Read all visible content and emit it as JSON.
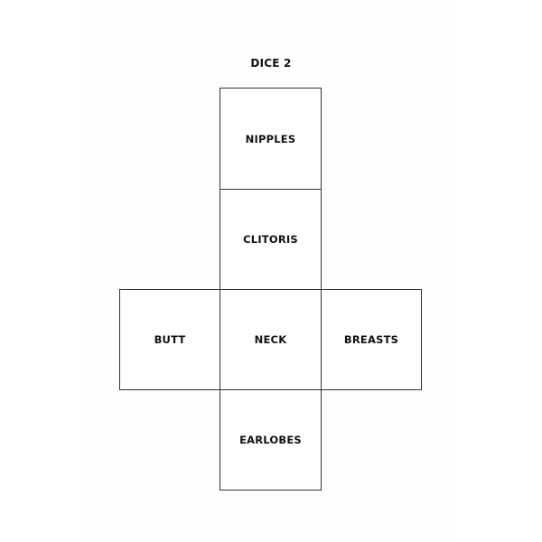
{
  "title": "DICE 2",
  "faces": {
    "top": "NIPPLES",
    "upper_middle": "CLITORIS",
    "left": "BUTT",
    "center": "NECK",
    "right": "BREASTS",
    "bottom": "EARLOBES"
  }
}
